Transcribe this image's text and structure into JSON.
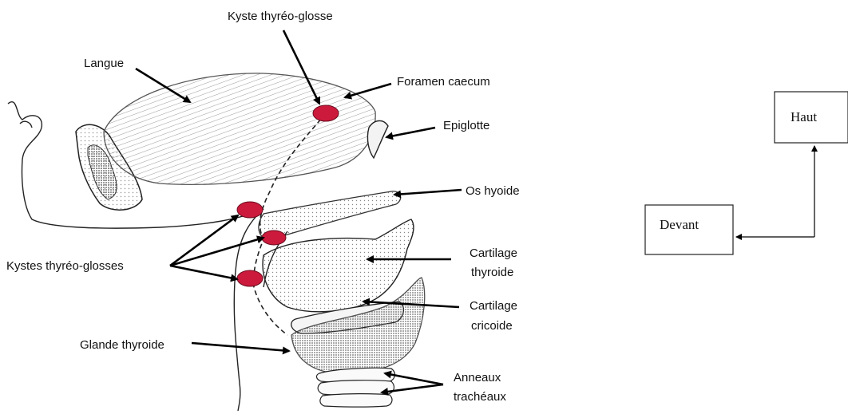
{
  "labels": {
    "kyste_thyreo_glosse": "Kyste thyréo-glosse",
    "langue": "Langue",
    "foramen_caecum": "Foramen caecum",
    "epiglotte": "Epiglotte",
    "os_hyoide": "Os hyoide",
    "kystes_thyreo_glosses": "Kystes thyréo-glosses",
    "cartilage_thyroide_line1": "Cartilage",
    "cartilage_thyroide_line2": "thyroide",
    "cartilage_cricoide_line1": "Cartilage",
    "cartilage_cricoide_line2": "cricoide",
    "glande_thyroide": "Glande thyroide",
    "anneaux_tracheaux_line1": "Anneaux",
    "anneaux_tracheaux_line2": "trachéaux"
  },
  "orientation": {
    "haut": "Haut",
    "devant": "Devant"
  },
  "colors": {
    "cyst": "#cc1a3c",
    "ink": "#111111",
    "hatch": "#777777",
    "gland": "#9a9a9a"
  }
}
